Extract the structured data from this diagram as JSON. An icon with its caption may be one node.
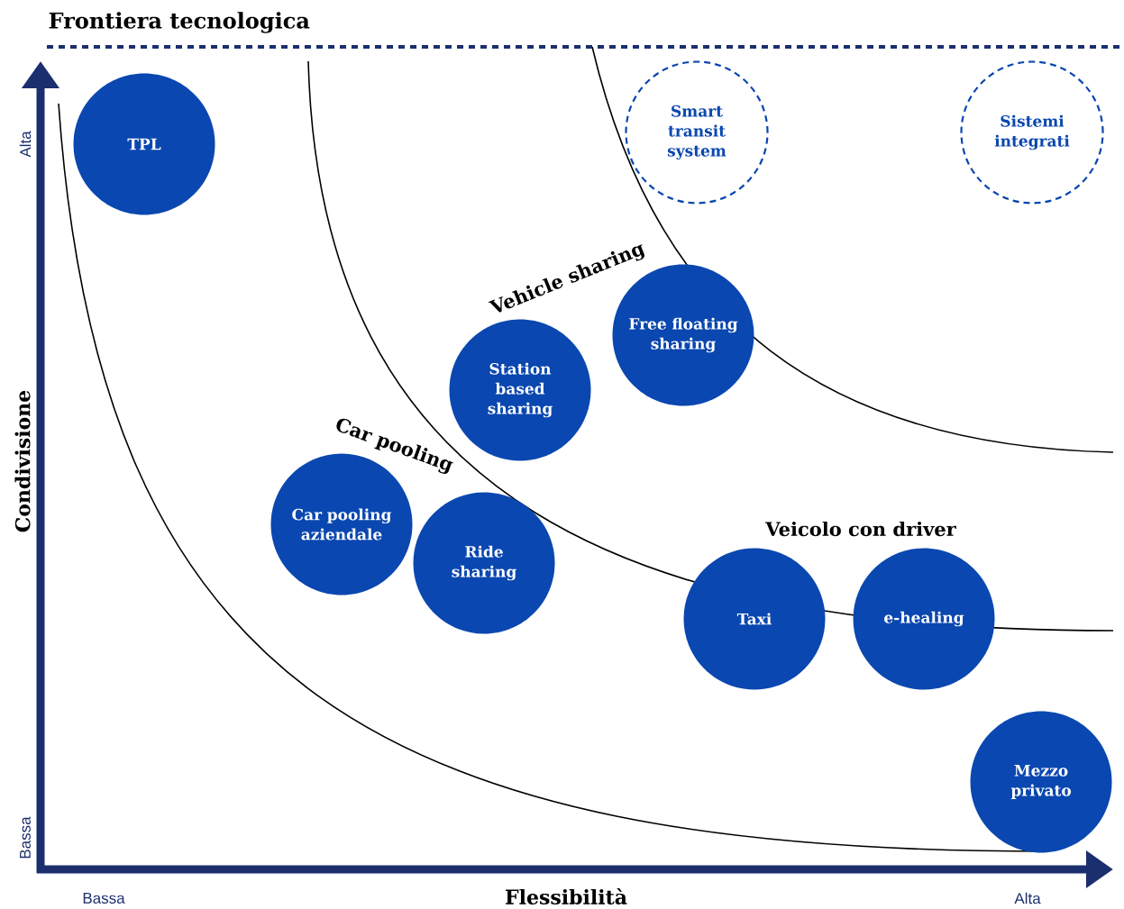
{
  "diagram": {
    "title": "Frontiera tecnologica",
    "nodes": [
      {
        "text": [
          "TPL"
        ]
      },
      {
        "text": [
          "Smart transit system"
        ]
      },
      {
        "text": [
          "Sistemi integrati"
        ]
      },
      {
        "text": [
          "Free floating sharing"
        ]
      },
      {
        "text": [
          "Station based sharing"
        ]
      },
      {
        "text": [
          "Car pooling aziendale"
        ]
      },
      {
        "text": [
          "Ride sharing"
        ]
      },
      {
        "text": [
          "Taxi"
        ]
      },
      {
        "text": [
          "e-healing"
        ]
      },
      {
        "text": [
          "Mezzo privato"
        ]
      }
    ],
    "labels": [
      "Alta",
      "Vehicle sharing",
      "Car pooling",
      "Veicolo con driver",
      "Condivisione",
      "Bassa",
      "Bassa",
      "Flessibilità",
      "Alta"
    ]
  }
}
